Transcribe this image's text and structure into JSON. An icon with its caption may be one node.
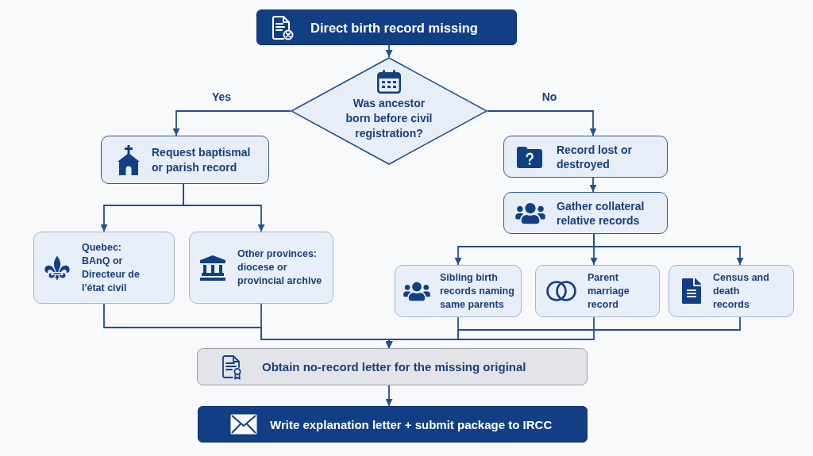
{
  "diagram": {
    "nodes": [
      {
        "text": [
          "Direct birth record missing"
        ]
      },
      {
        "text": [
          "Was ancestor born before civil registration?"
        ]
      },
      {
        "text": [
          "Request baptismal or parish record"
        ]
      },
      {
        "text": [
          "Quebec: BAnQ or Directeur de l'état civil"
        ]
      },
      {
        "text": [
          "Other provinces: diocese or provincial archive"
        ]
      },
      {
        "text": [
          "Record lost or destroyed"
        ]
      },
      {
        "text": [
          "Gather collateral relative records"
        ]
      },
      {
        "text": [
          "Sibling birth records naming same parents"
        ]
      },
      {
        "text": [
          "Parent marriage record"
        ]
      },
      {
        "text": [
          "Census and death records"
        ]
      },
      {
        "text": [
          "Obtain no-record letter for the missing original"
        ]
      },
      {
        "text": [
          "Write explanation letter + submit package to IRCC"
        ]
      }
    ],
    "edges": [
      {
        "from": 0,
        "to": 1,
        "arrow": "to"
      },
      {
        "from": 1,
        "to": 2,
        "arrow": "to",
        "label": "Yes"
      },
      {
        "from": 1,
        "to": 5,
        "arrow": "to",
        "label": "No"
      },
      {
        "from": 2,
        "to": 3,
        "arrow": "to"
      },
      {
        "from": 2,
        "to": 4,
        "arrow": "to"
      },
      {
        "from": 5,
        "to": 6,
        "arrow": "to"
      },
      {
        "from": 6,
        "to": 7,
        "arrow": "to"
      },
      {
        "from": 6,
        "to": 8,
        "arrow": "to"
      },
      {
        "from": 6,
        "to": 9,
        "arrow": "to"
      },
      {
        "from": 3,
        "to": 10,
        "arrow": "to"
      },
      {
        "from": 4,
        "to": 10,
        "arrow": "to"
      },
      {
        "from": 7,
        "to": 10,
        "arrow": "to"
      },
      {
        "from": 8,
        "to": 10,
        "arrow": "to"
      },
      {
        "from": 9,
        "to": 10,
        "arrow": "to"
      },
      {
        "from": 10,
        "to": 11,
        "arrow": "to"
      }
    ]
  }
}
